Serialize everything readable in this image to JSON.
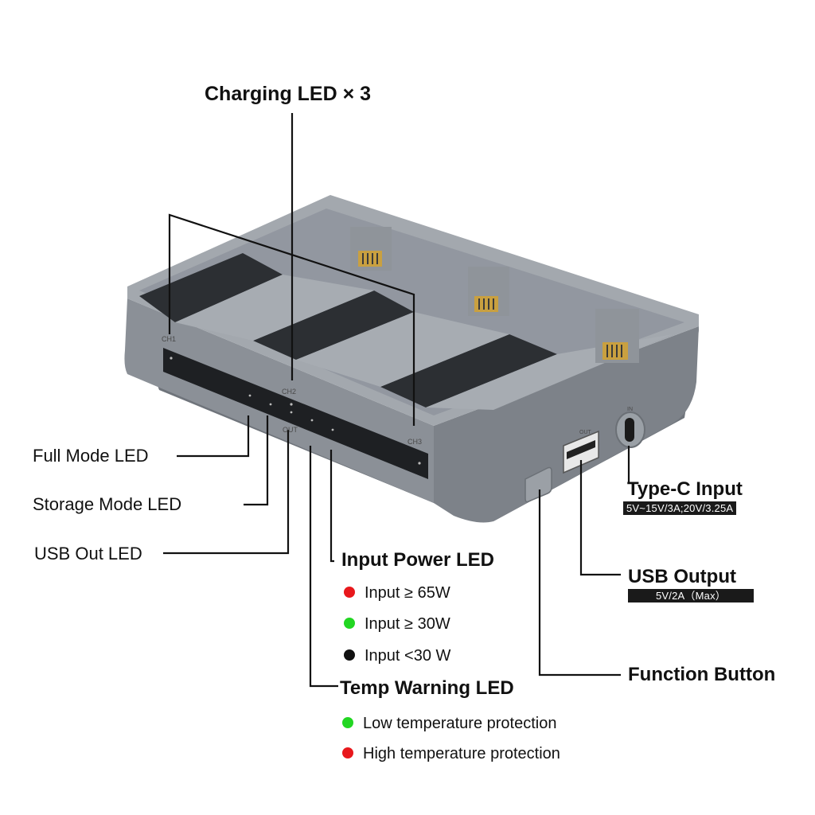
{
  "callouts": {
    "charging_led": "Charging LED × 3",
    "full_mode_led": "Full Mode LED",
    "storage_mode_led": "Storage Mode LED",
    "usb_out_led": "USB Out LED",
    "input_power": {
      "title": "Input Power LED",
      "items": [
        {
          "color": "#e8181c",
          "label": "Input ≥ 65W"
        },
        {
          "color": "#22d622",
          "label": "Input ≥ 30W"
        },
        {
          "color": "#111111",
          "label": "Input <30 W"
        }
      ]
    },
    "temp_warning": {
      "title": "Temp Warning LED",
      "items": [
        {
          "color": "#22d622",
          "label": "Low temperature protection"
        },
        {
          "color": "#e8181c",
          "label": "High temperature protection"
        }
      ]
    },
    "type_c_input": {
      "title": "Type-C Input",
      "spec": "5V~15V/3A;20V/3.25A"
    },
    "usb_output": {
      "title": "USB Output",
      "spec": "5V/2A（Max）"
    },
    "function_button": "Function Button"
  },
  "device_markings": {
    "ch1": "CH1",
    "ch2": "CH2",
    "ch3": "CH3",
    "out": "OUT",
    "in": "IN",
    "port_out": "OUT"
  },
  "colors": {
    "hub_body": "#8a8f96",
    "hub_top": "#9ea3aa",
    "slot_dark": "#2c2f33",
    "led_strip": "#1e2023",
    "contacts": "#c9a040"
  }
}
